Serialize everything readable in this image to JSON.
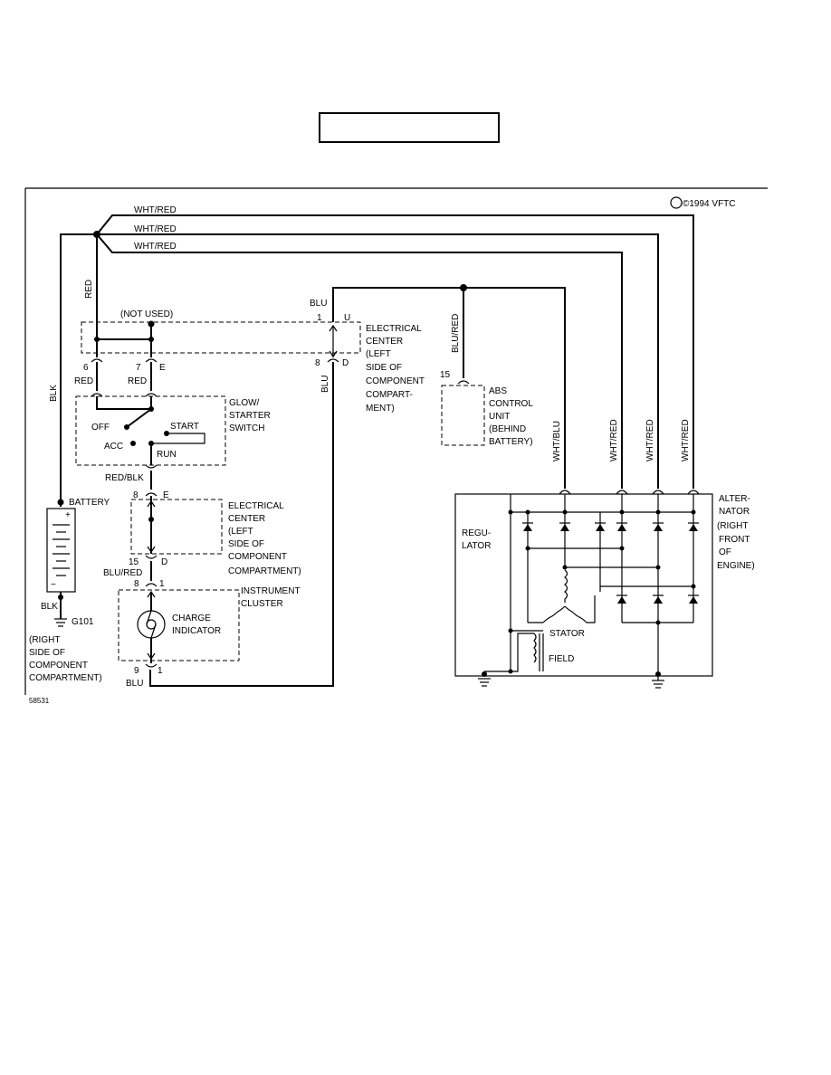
{
  "title_box": "",
  "copyright": "©1994 VFTC",
  "figure_id": "58531",
  "wires": {
    "wht_red_top": "WHT/RED",
    "wht_red_mid": "WHT/RED",
    "wht_red_low": "WHT/RED",
    "red": "RED",
    "blk_battery": "BLK",
    "blu_top": "BLU",
    "blu_vertical": "BLU",
    "blu_red_abs": "BLU/RED",
    "wht_blu": "WHT/BLU",
    "wht_red_v1": "WHT/RED",
    "wht_red_v2": "WHT/RED",
    "wht_red_v3": "WHT/RED",
    "red_left": "RED",
    "red_right": "RED",
    "red_blk": "RED/BLK",
    "blu_red_cluster": "BLU/RED",
    "blk_ground": "BLK",
    "blu_bottom": "BLU"
  },
  "pins": {
    "p1_u_num": "1",
    "p1_u_let": "U",
    "p8_d_num": "8",
    "p8_d_let": "D",
    "p6": "6",
    "p7_num": "7",
    "p7_let": "E",
    "p8_e_num": "8",
    "p8_e_let": "E",
    "p15_num": "15",
    "p15_let": "D",
    "cl_8": "8",
    "cl_1_top": "1",
    "cl_9": "9",
    "cl_1_bot": "1",
    "abs_15": "15"
  },
  "labels": {
    "not_used": "(NOT USED)",
    "ec_top": [
      "ELECTRICAL",
      "CENTER",
      "(LEFT",
      "SIDE OF",
      "COMPONENT",
      "COMPART-",
      "MENT)"
    ],
    "glow": [
      "GLOW/",
      "STARTER",
      "SWITCH"
    ],
    "off": "OFF",
    "start": "START",
    "acc": "ACC",
    "run": "RUN",
    "ec_mid": [
      "ELECTRICAL",
      "CENTER",
      "(LEFT",
      "SIDE OF",
      "COMPONENT",
      "COMPARTMENT)"
    ],
    "battery": "BATTERY",
    "cluster": [
      "INSTRUMENT",
      "CLUSTER"
    ],
    "charge": [
      "CHARGE",
      "INDICATOR"
    ],
    "g101": "G101",
    "ground_loc": [
      "(RIGHT",
      "SIDE OF",
      "COMPONENT",
      "COMPARTMENT)"
    ],
    "abs": [
      "ABS",
      "CONTROL",
      "UNIT",
      "(BEHIND",
      "BATTERY)"
    ],
    "alternator": [
      "ALTER-",
      "NATOR",
      "(RIGHT",
      "FRONT",
      "OF",
      "ENGINE)"
    ],
    "regulator": [
      "REGU-",
      "LATOR"
    ],
    "stator": "STATOR",
    "field": "FIELD"
  }
}
